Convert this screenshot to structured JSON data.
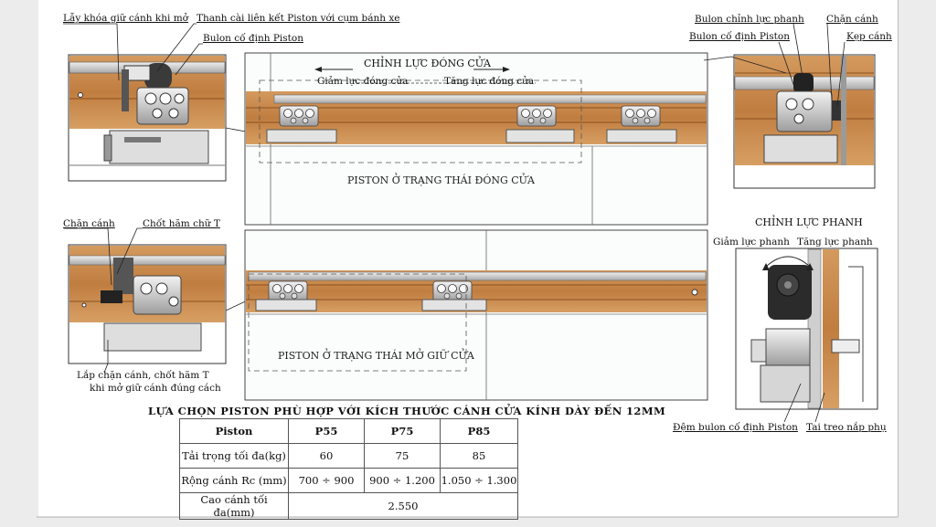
{
  "callouts": {
    "tl_lock": "Lẫy khóa giữ cánh khi mở",
    "tl_bar": "Thanh cài liên kết Piston với cụm bánh xe",
    "tl_bolt": "Bulon cố định Piston",
    "tr_brake_bolt": "Bulon chỉnh lực phanh",
    "tr_bolt": "Bulon cố định Piston",
    "tr_stop": "Chặn cánh",
    "tr_clamp": "Kẹp cánh",
    "ml_stop": "Chặn cánh",
    "ml_pin": "Chốt hãm chữ T",
    "ml_note1": "Lắp chặn cánh, chốt hãm T",
    "ml_note2": "khi mở giữ cánh đúng cách",
    "brake_title": "CHỈNH LỰC PHANH",
    "brake_dec": "Giảm lực phanh",
    "brake_inc": "Tăng lực phanh",
    "br_washer": "Đệm bulon cố định Piston",
    "br_ear": "Tai treo nắp phụ"
  },
  "closing_force": {
    "title": "CHỈNH LỰC ĐÓNG CỬA",
    "decrease": "Giảm lực đóng cửa",
    "increase": "Tăng lực đóng cửa"
  },
  "state_closed": "PISTON Ở TRẠNG THÁI ĐÓNG CỬA",
  "state_open": "PISTON Ở TRẠNG THÁI MỞ GIỮ CỬA",
  "selection_title": "LỰA CHỌN PISTON PHÙ HỢP VỚI KÍCH THƯỚC CÁNH CỬA KÍNH DÀY ĐẾN 12MM",
  "spec_table": {
    "header": [
      "Piston",
      "P55",
      "P75",
      "P85"
    ],
    "rows": [
      [
        "Tải trọng tối đa(kg)",
        "60",
        "75",
        "85"
      ],
      [
        "Rộng cánh Rc (mm)",
        "700 ÷ 900",
        "900 ÷ 1.200",
        "1.050 ÷ 1.300"
      ]
    ],
    "height_row": [
      "Cao cánh tối đa(mm)",
      "2.550"
    ]
  },
  "colors": {
    "wood": "#c98a4e",
    "wood_dark": "#a8652c",
    "rail_grey": "#b9b9b9",
    "glass_fill": "#f7fbf8",
    "line": "#222222"
  },
  "icons": [
    "roller-carriage-icon",
    "piston-body-icon",
    "brake-dial-icon"
  ]
}
